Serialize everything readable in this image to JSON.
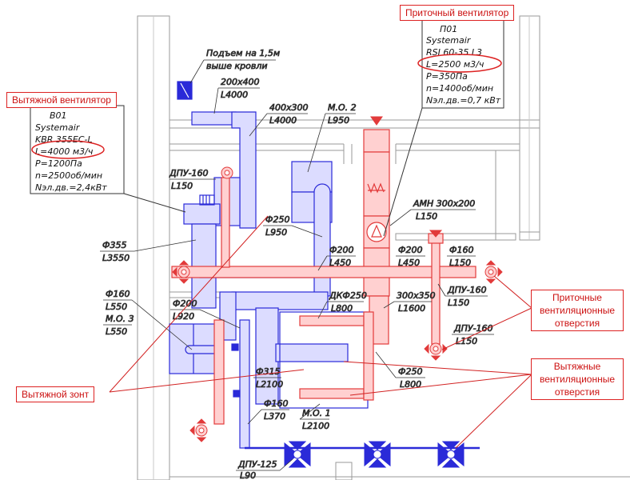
{
  "callouts": {
    "supply_fan": "Приточный вентилятор",
    "exhaust_fan": "Вытяжной вентилятор",
    "exhaust_hood": "Вытяжной зонт",
    "supply_vents": [
      "Приточные",
      "вентиляционные",
      "отверстия"
    ],
    "exhaust_vents": [
      "Вытяжные",
      "вентиляционные",
      "отверстия"
    ]
  },
  "supply_fan_spec": [
    "П01",
    "Systemair",
    "RSI 60-35 L3",
    "L=2500 м3/ч",
    "P=350Па",
    "n=1400об/мин",
    "Nэл.дв.=0,7 кВт"
  ],
  "exhaust_fan_spec": [
    "В01",
    "Systemair",
    "KBR 355EC-L",
    "L=4000 м3/ч",
    "P=1200Па",
    "n=2500об/мин",
    "Nэл.дв.=2,4кВт"
  ],
  "labels": {
    "roof_1": "Подъем на 1,5м",
    "roof_2": "выше кровли",
    "d200x400": "200х400",
    "d200x400_L": "L4000",
    "d400x300": "400х300",
    "d400x300_L": "L4000",
    "mo2": "М.О. 2",
    "mo2_L": "L950",
    "dpu160_a": "ДПУ-160",
    "dpu160_a_L": "L150",
    "f250_a": "Ф250",
    "f250_a_L": "L950",
    "amn": "АМН 300х200",
    "amn_L": "L150",
    "f355": "Ф355",
    "f355_L": "L3550",
    "f200_a": "Ф200",
    "f200_a_L": "L450",
    "f200_b": "Ф200",
    "f200_b_L": "L450",
    "f160_a": "Ф160",
    "f160_a_L": "L150",
    "dpu160_b": "ДПУ-160",
    "dpu160_b_L": "L150",
    "f160_b": "Ф160",
    "f160_b_L": "L550",
    "mo3": "М.О. 3",
    "mo3_L": "L550",
    "f200_c": "Ф200",
    "f200_c_L": "L920",
    "dkf250": "ДКФ250",
    "dkf250_L": "L800",
    "d300x350": "300х350",
    "d300x350_L": "L1600",
    "dpu160_c": "ДПУ-160",
    "dpu160_c_L": "L150",
    "f315": "Ф315",
    "f315_L": "L2100",
    "f250_b": "Ф250",
    "f250_b_L": "L800",
    "f160_c": "Ф160",
    "f160_c_L": "L370",
    "mo1": "М.О. 1",
    "mo1_L": "L2100",
    "dpu125": "ДПУ-125",
    "dpu125_L": "L90"
  },
  "colors": {
    "supply": "#e23b3b",
    "supply_fill": "#ffd0d0",
    "exhaust": "#2a2ad8",
    "exhaust_fill": "#dcdcff",
    "wall": "#9a9a9a",
    "callout": "#d22222"
  }
}
